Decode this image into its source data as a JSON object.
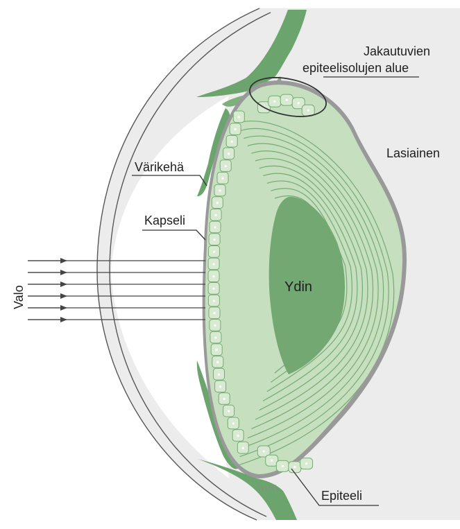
{
  "colors": {
    "background": "#ffffff",
    "eye_fill": "#ececec",
    "tissue_green": "#6ba46d",
    "lens_fill": "#c5dfbf",
    "lens_line": "#75aa72",
    "capsule": "#999999",
    "nucleus": "#74a873",
    "text": "#1e1e1e"
  },
  "labels": {
    "zone_line1": "Jakautuvien",
    "zone_line2": "epiteelisolujen alue",
    "vitreous": "Lasiainen",
    "iris": "Värikehä",
    "capsule": "Kapseli",
    "nucleus": "Ydin",
    "light": "Valo",
    "epithelium": "Epiteeli"
  },
  "icons": {
    "light_ray_arrow": "arrow-right-icon"
  }
}
